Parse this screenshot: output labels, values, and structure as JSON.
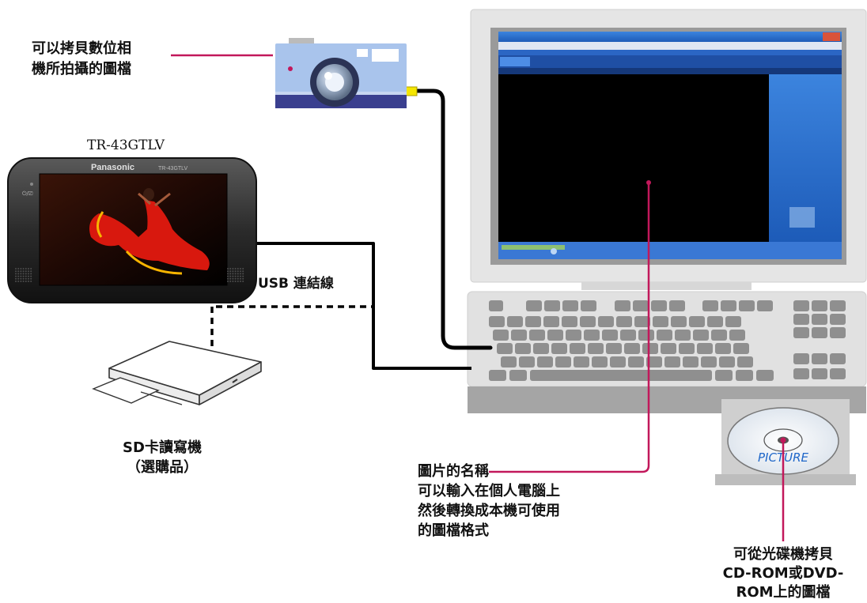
{
  "captions": {
    "camera_line1": "可以拷貝數位相",
    "camera_line2": "機所拍攝的圖檔",
    "device_model": "TR-43GTLV",
    "usb_cable": "USB 連結線",
    "sd_reader_line1": "SD卡讀寫機",
    "sd_reader_line2": "（選購品）",
    "picture_name_line1": "圖片的名稱",
    "picture_name_line2": "可以輸入在個人電腦上",
    "picture_name_line3": "然後轉換成本機可使用",
    "picture_name_line4": "的圖檔格式",
    "disc_line1": "可從光碟機拷貝",
    "disc_line2": "CD-ROM或DVD-",
    "disc_line3": "ROM上的圖檔"
  },
  "device": {
    "brand": "Panasonic",
    "model_small": "TR-43GTLV",
    "power_mark": "⏻/⎚"
  },
  "disc": {
    "label": "PICTURE"
  },
  "colors": {
    "callout_line": "#c2185b",
    "camera_body": "#a9c4ec",
    "camera_band": "#3a3f8f",
    "monitor_bezel": "#e3e3e3",
    "screen_bg": "#000000",
    "app_blue": "#2f6fd0",
    "keyboard_key": "#8e8e8e",
    "cable": "#000000"
  }
}
